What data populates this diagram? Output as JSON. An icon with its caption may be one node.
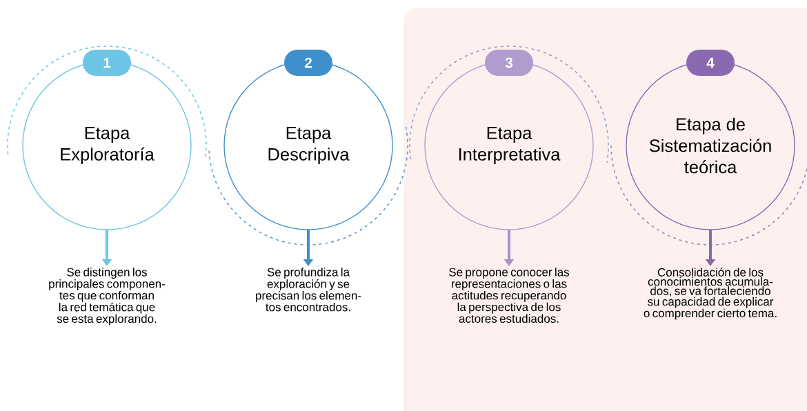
{
  "diagram": {
    "nodes": [
      {
        "text": [
          "1"
        ]
      },
      {
        "text": [
          "Etapa Exploratoría"
        ]
      },
      {
        "text": [
          "Se distingen los principales componen- tes que conforman la red temática que se esta explorando."
        ]
      },
      {
        "text": [
          "2"
        ]
      },
      {
        "text": [
          "Etapa Descripiva"
        ]
      },
      {
        "text": [
          "Se profundiza la exploración y se precisan los elemen- tos encontrados."
        ]
      },
      {
        "text": [
          "3"
        ]
      },
      {
        "text": [
          "Etapa Interpretativa"
        ]
      },
      {
        "text": [
          "Se propone conocer las representaciones o las actitudes recuperando la perspectiva de los actores estudiados."
        ]
      },
      {
        "text": [
          "4"
        ]
      },
      {
        "text": [
          "Etapa de Sistematización teórica"
        ]
      },
      {
        "text": [
          "Consolidación de los conocimientos acumula- dos, se va fortaleciendo su capacidad de explicar o comprender cierto tema."
        ]
      }
    ],
    "edges": [
      {
        "from": 1,
        "to": 2,
        "arrow": "to",
        "color": "#6cc5e4"
      },
      {
        "from": 4,
        "to": 5,
        "arrow": "to",
        "color": "#3f8fcc"
      },
      {
        "from": 7,
        "to": 8,
        "arrow": "to",
        "color": "#a98fcb"
      },
      {
        "from": 10,
        "to": 11,
        "arrow": "to",
        "color": "#8a69b0"
      }
    ]
  }
}
